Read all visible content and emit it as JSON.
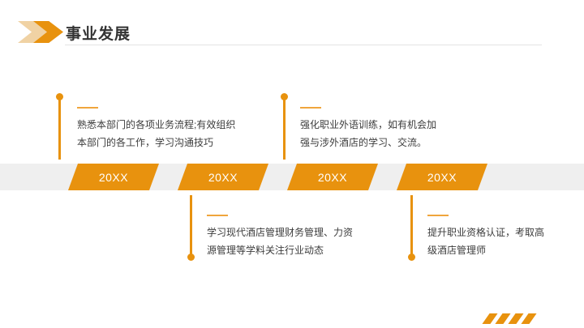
{
  "slide": {
    "title": "事业发展"
  },
  "header": {
    "icon": "double-chevron-right-icon"
  },
  "colors": {
    "accent_orange": "#e8920e",
    "accent_light_tan": "#f0d2a4",
    "band_gray": "#efefef",
    "body_text": "#3c3c3c",
    "year_text": "#ffffff",
    "underline_gray": "#e3e3e3"
  },
  "timeline": {
    "items": [
      {
        "year": "20XX",
        "position": "above",
        "line1": "熟悉本部门的各项业务流程;有效组织",
        "line2": "本部门的各工作，学习沟通技巧"
      },
      {
        "year": "20XX",
        "position": "below",
        "line1": "学习现代酒店管理财务管理、力资",
        "line2": "源管理等学料关注行业动态"
      },
      {
        "year": "20XX",
        "position": "above",
        "line1": "强化职业外语训练，如有机会加",
        "line2": "强与涉外酒店的学习、交流。"
      },
      {
        "year": "20XX",
        "position": "below",
        "line1": "提升职业资格认证，考取高",
        "line2": "级酒店管理师"
      }
    ]
  },
  "footer": {
    "decoration": "four-orange-slashes"
  }
}
